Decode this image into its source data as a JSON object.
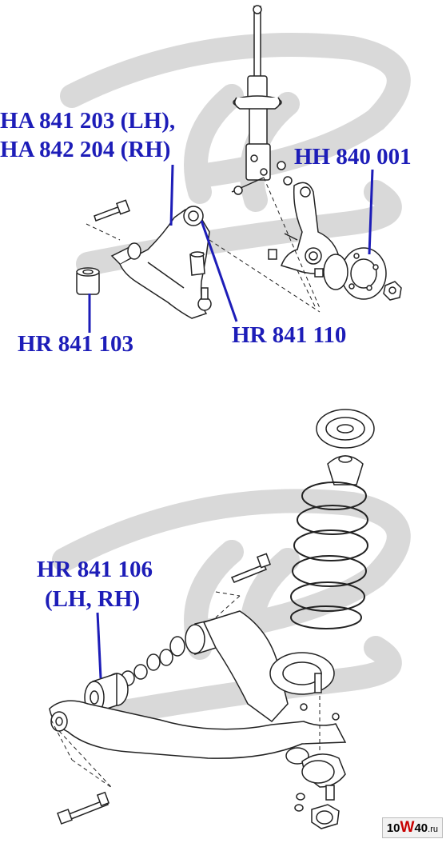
{
  "colors": {
    "label": "#1d1db8",
    "drawing": "#222222",
    "watermark": "#d9d9d9",
    "badge_accent": "#c80000"
  },
  "labels": {
    "ha_lh": "HA 841 203 (LH),",
    "ha_rh": "HA 842 204 (RH)",
    "hh": "HH 840 001",
    "hr_103": "HR 841 103",
    "hr_110": "HR 841 110",
    "hr_106": "HR 841 106",
    "hr_106_side": "(LH, RH)"
  },
  "watermark": {
    "badge_prefix": "10",
    "badge_w": "W",
    "badge_num": "40",
    "badge_tld": ".ru"
  }
}
